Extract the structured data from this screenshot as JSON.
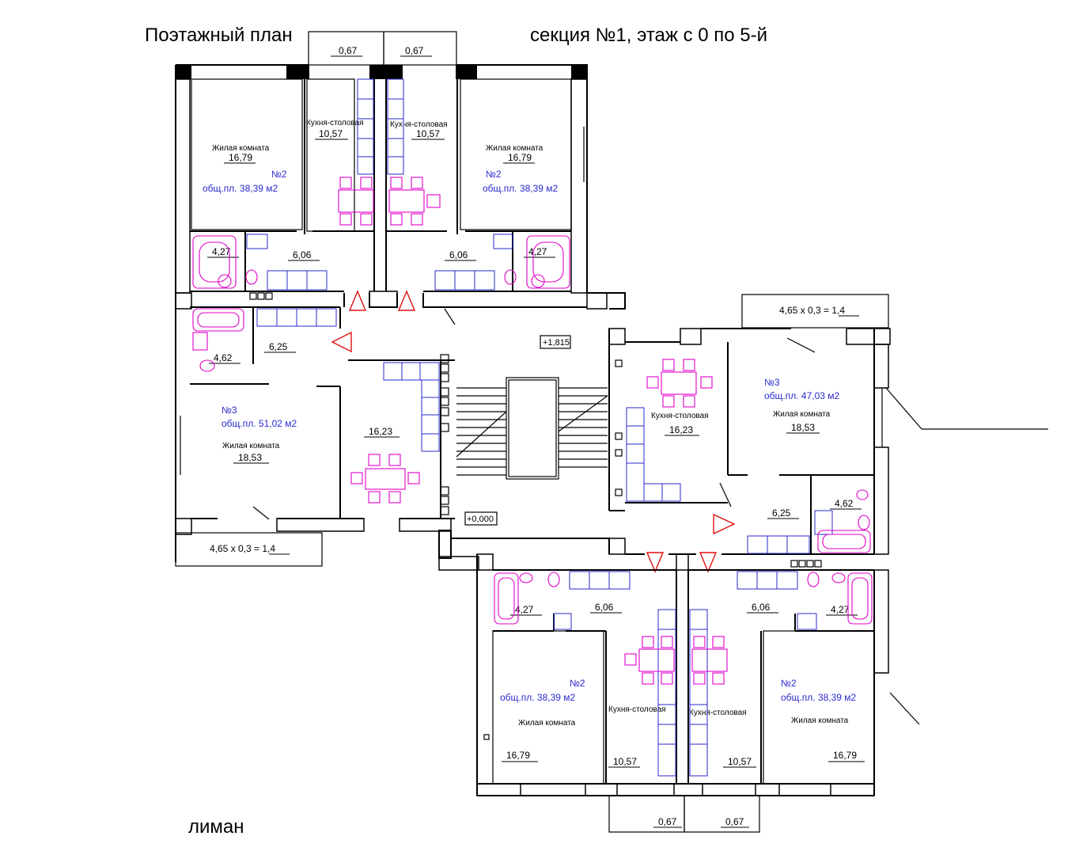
{
  "header": {
    "title_left": "Поэтажный план",
    "title_right": "секция №1, этаж с 0 по 5-й"
  },
  "footer": {
    "label": "лиман"
  },
  "levels": {
    "upper": "+1,815",
    "ground": "+0,000"
  },
  "colors": {
    "wall": "#000000",
    "apartment_text": "#2a2ad0",
    "furniture": "#e000c8",
    "door_marker": "#e01010"
  },
  "balconies": {
    "top_left": "0,67",
    "top_right": "0,67",
    "bottom_left": "0,67",
    "bottom_right": "0,67",
    "left_long": "4,65 х 0,3 = 1,4",
    "right_long": "4,65 х 0,3 = 1,4"
  },
  "apartments": {
    "top_left": {
      "number": "№2",
      "total": "общ.пл. 38,39 м2",
      "living_label": "Жилая комната",
      "living_area": "16,79",
      "kitchen_label": "Кухня-столовая",
      "kitchen_area": "10,57",
      "bath_area": "4,27",
      "hall_area": "6,06"
    },
    "top_right": {
      "number": "№2",
      "total": "общ.пл. 38,39 м2",
      "living_label": "Жилая комната",
      "living_area": "16,79",
      "kitchen_label": "Кухня-столовая",
      "kitchen_area": "10,57",
      "bath_area": "4,27",
      "hall_area": "6,06"
    },
    "left": {
      "number": "№3",
      "total": "общ.пл. 51,02 м2",
      "living_label": "Жилая комната",
      "living_area": "18,53",
      "kitchen_area": "16,23",
      "bath_area": "4,62",
      "hall_area": "6,25"
    },
    "right": {
      "number": "№3",
      "total": "общ.пл. 47,03 м2",
      "living_label": "Жилая комната",
      "living_area": "18,53",
      "kitchen_label": "Кухня-столовая",
      "kitchen_area": "16,23",
      "bath_area": "4,62",
      "hall_area": "6,25"
    },
    "bottom_left": {
      "number": "№2",
      "total": "общ.пл. 38,39 м2",
      "living_label": "Жилая комната",
      "living_area": "16,79",
      "kitchen_label": "Кухня-столовая",
      "kitchen_area": "10,57",
      "bath_area": "4,27",
      "hall_area": "6,06"
    },
    "bottom_right": {
      "number": "№2",
      "total": "общ.пл. 38,39 м2",
      "living_label": "Жилая комната",
      "living_area": "16,79",
      "kitchen_label": "Кухня-столовая",
      "kitchen_area": "10,57",
      "bath_area": "4,27",
      "hall_area": "6,06"
    }
  }
}
